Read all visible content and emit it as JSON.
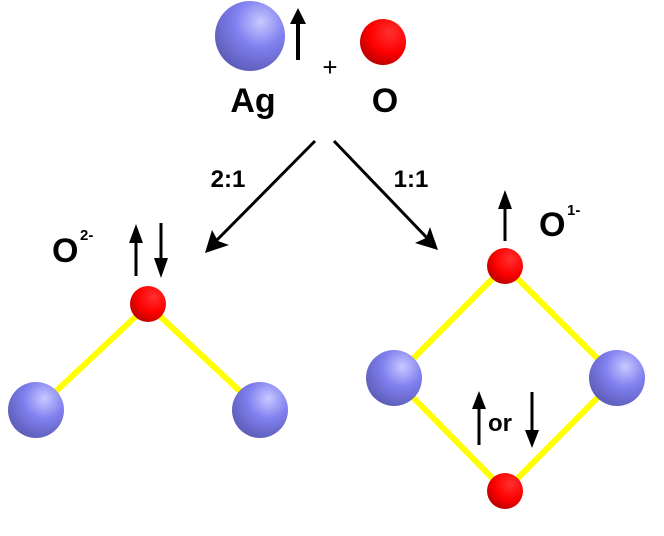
{
  "reactants": {
    "ag_label": "Ag",
    "o_label": "O",
    "plus": "+"
  },
  "paths": {
    "left_ratio": "2:1",
    "right_ratio": "1:1"
  },
  "left_product": {
    "ion_base": "O",
    "ion_charge": "2-"
  },
  "right_product": {
    "ion_base": "O",
    "ion_charge": "1-",
    "spin_choice_text": "or"
  },
  "colors": {
    "silver_atom": "#8080f0",
    "oxygen_atom": "#ff0000",
    "bond": "#ffff00"
  }
}
